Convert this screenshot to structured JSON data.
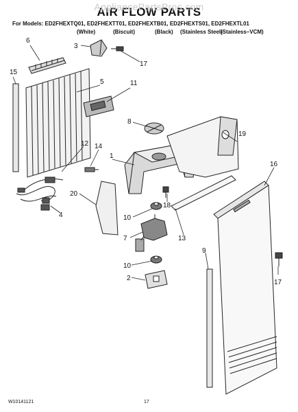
{
  "watermark": "AppliancePartsPros.com",
  "title": "AIR FLOW PARTS",
  "models_line": "For Models: ED2FHEXTQ01, ED2FHEXTT01, ED2FHEXTB01, ED2FHEXTS01, ED2FHEXTL01",
  "colors": [
    "(White)",
    "(Biscuit)",
    "(Black)",
    "(Stainless Steel)",
    "(Stainless–VCM)"
  ],
  "footer": {
    "doc_number": "W10141121",
    "page": "17"
  },
  "callouts": [
    "1",
    "2",
    "3",
    "4",
    "5",
    "6",
    "7",
    "8",
    "9",
    "10",
    "10",
    "11",
    "12",
    "13",
    "14",
    "15",
    "16",
    "17",
    "17",
    "18",
    "19",
    "20"
  ]
}
